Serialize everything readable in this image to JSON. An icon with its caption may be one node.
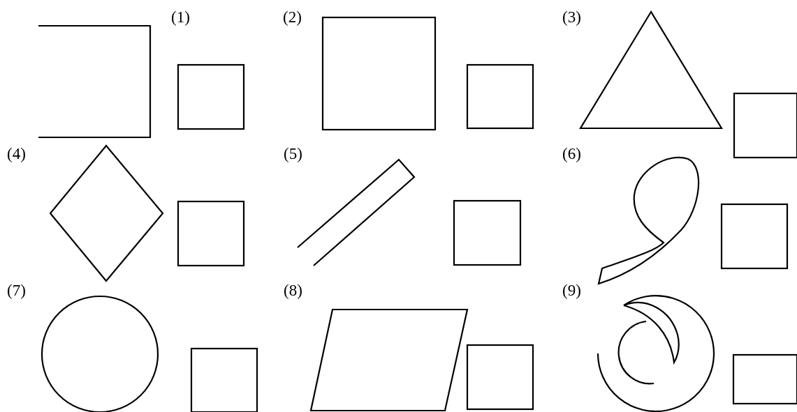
{
  "diagram": {
    "labels": [
      "(1)",
      "(2)",
      "(3)",
      "(4)",
      "(5)",
      "(6)",
      "(7)",
      "(8)",
      "(9)"
    ]
  }
}
